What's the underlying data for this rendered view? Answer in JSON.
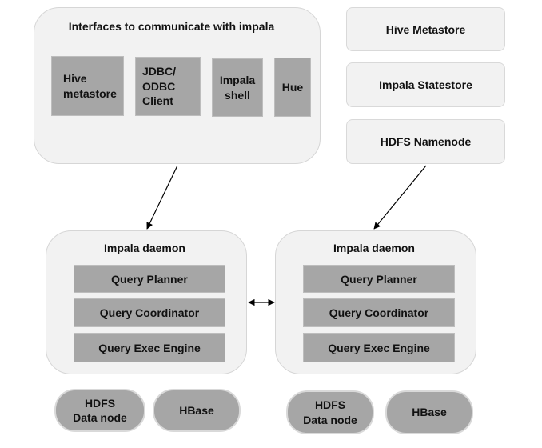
{
  "interfaces": {
    "title": "Interfaces to communicate with impala",
    "items": [
      "Hive\nmetastore",
      "JDBC/\nODBC\n Client",
      "Impala\nshell",
      "Hue"
    ]
  },
  "services": [
    "Hive Metastore",
    "Impala Statestore",
    "HDFS Namenode"
  ],
  "daemons": [
    {
      "title": "Impala daemon",
      "components": [
        "Query Planner",
        "Query Coordinator",
        "Query Exec Engine"
      ],
      "storage": [
        "HDFS\nData node",
        "HBase"
      ]
    },
    {
      "title": "Impala daemon",
      "components": [
        "Query Planner",
        "Query Coordinator",
        "Query Exec Engine"
      ],
      "storage": [
        "HDFS\nData node",
        "HBase"
      ]
    }
  ]
}
